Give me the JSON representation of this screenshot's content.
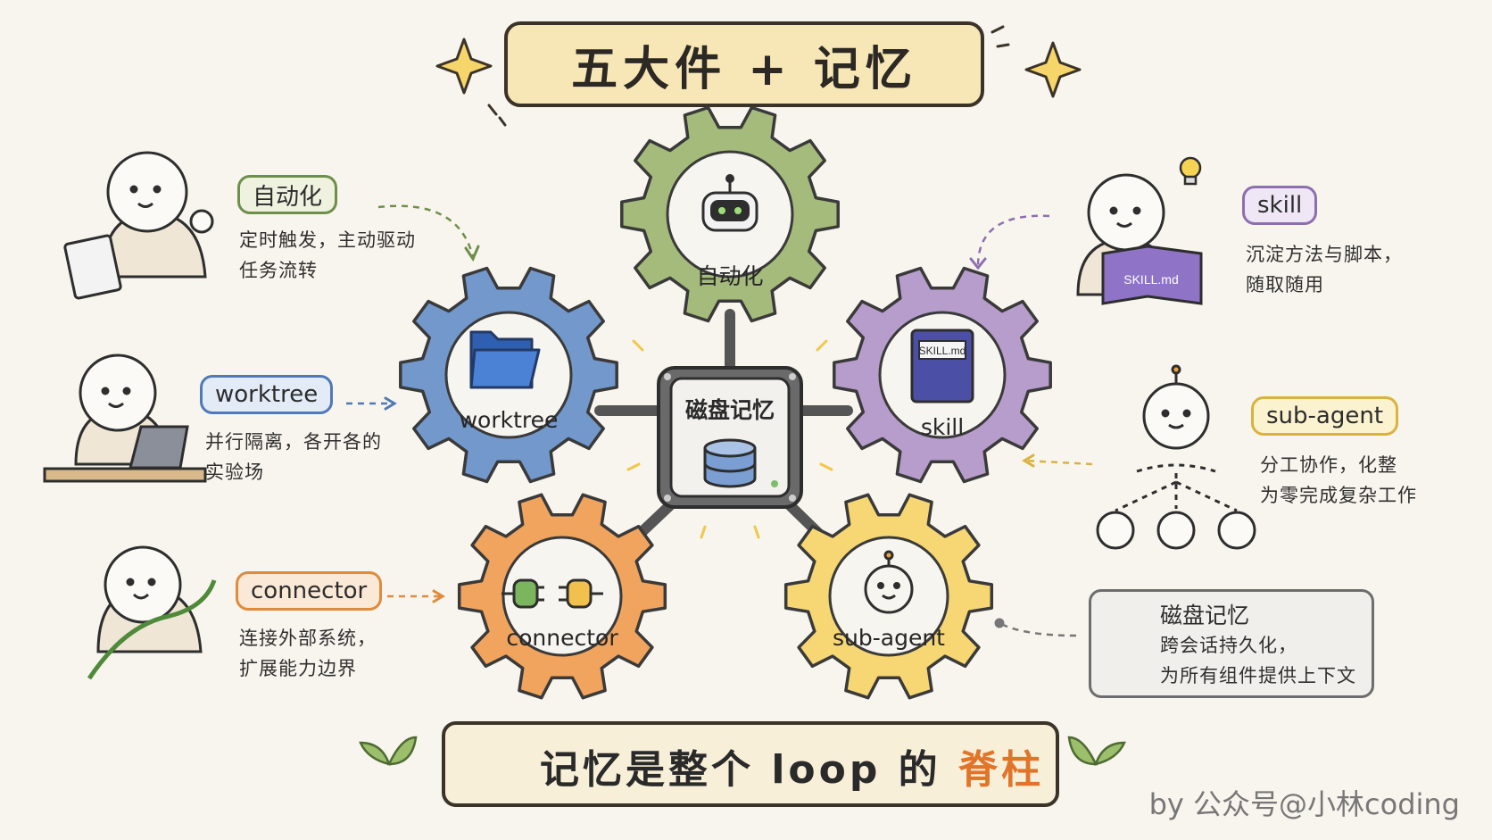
{
  "title": "五大件 + 记忆",
  "hub": {
    "label": "磁盘记忆"
  },
  "gears": {
    "automation": {
      "label": "自动化",
      "color": "#a5bb7c"
    },
    "worktree": {
      "label": "worktree",
      "color": "#7298cc"
    },
    "skill": {
      "label": "skill",
      "color": "#b69dcb",
      "book_label": "SKILL.md"
    },
    "connector": {
      "label": "connector",
      "color": "#f1a45d"
    },
    "subagent": {
      "label": "sub-agent",
      "color": "#f6d774"
    }
  },
  "callouts": {
    "automation": {
      "tag": "自动化",
      "line1": "定时触发，主动驱动",
      "line2": "任务流转",
      "color": "#6e8f4a"
    },
    "worktree": {
      "tag": "worktree",
      "line1": "并行隔离，各开各的",
      "line2": "实验场",
      "color": "#4f79b7"
    },
    "connector": {
      "tag": "connector",
      "line1": "连接外部系统，",
      "line2": "扩展能力边界",
      "color": "#e08a3c"
    },
    "skill": {
      "tag": "skill",
      "line1": "沉淀方法与脚本，",
      "line2": "随取随用",
      "color": "#8d6fb0",
      "book_label": "SKILL.md"
    },
    "subagent": {
      "tag": "sub-agent",
      "line1": "分工协作，化整",
      "line2": "为零完成复杂工作",
      "color": "#d9b23f"
    }
  },
  "memory_note": {
    "title": "磁盘记忆",
    "line1": "跨会话持久化，",
    "line2": "为所有组件提供上下文"
  },
  "bottom": {
    "text_main": "记忆是整个 loop 的",
    "text_highlight": "脊柱"
  },
  "credit": "by 公众号@小林coding"
}
